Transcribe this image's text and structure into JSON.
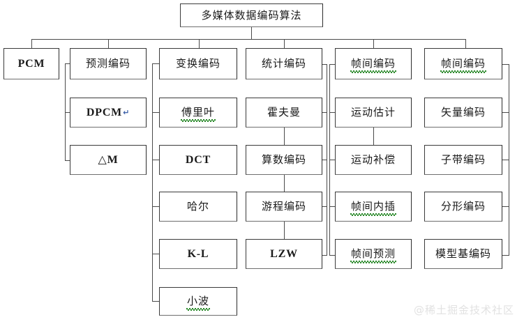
{
  "diagram": {
    "title": "多媒体数据编码算法",
    "watermark": "@稀土掘金技术社区",
    "root": {
      "label": "多媒体数据编码算法"
    },
    "columns": [
      {
        "id": "pcm",
        "head": {
          "label": "PCM",
          "script": "latin"
        },
        "children": []
      },
      {
        "id": "predictive-coding",
        "head": {
          "label": "预测编码",
          "script": "cjk"
        },
        "children": [
          {
            "label": "DPCM",
            "script": "latin",
            "trailing_mark": "↵"
          },
          {
            "label": "△M",
            "script": "latin"
          }
        ]
      },
      {
        "id": "transform-coding",
        "head": {
          "label": "变换编码",
          "script": "cjk"
        },
        "children": [
          {
            "label": "傅里叶",
            "script": "cjk",
            "spellcheck_underline": true
          },
          {
            "label": "DCT",
            "script": "latin"
          },
          {
            "label": "哈尔",
            "script": "cjk"
          },
          {
            "label": "K-L",
            "script": "latin"
          },
          {
            "label": "小波",
            "script": "cjk",
            "spellcheck_underline": true
          }
        ]
      },
      {
        "id": "statistical-coding",
        "head": {
          "label": "统计编码",
          "script": "cjk"
        },
        "children": [
          {
            "label": "霍夫曼",
            "script": "cjk"
          },
          {
            "label": "算数编码",
            "script": "cjk"
          },
          {
            "label": "游程编码",
            "script": "cjk"
          },
          {
            "label": "LZW",
            "script": "latin"
          }
        ]
      },
      {
        "id": "intraframe-coding",
        "head": {
          "label": "帧间编码",
          "script": "cjk",
          "spellcheck_underline": true
        },
        "children": [
          {
            "label": "运动估计",
            "script": "cjk"
          },
          {
            "label": "运动补偿",
            "script": "cjk"
          },
          {
            "label": "帧间内插",
            "script": "cjk",
            "spellcheck_underline": true
          },
          {
            "label": "帧间预测",
            "script": "cjk",
            "spellcheck_underline": true
          }
        ]
      },
      {
        "id": "interframe-coding",
        "head": {
          "label": "帧间编码",
          "script": "cjk",
          "spellcheck_underline": true
        },
        "children": [
          {
            "label": "矢量编码",
            "script": "cjk"
          },
          {
            "label": "子带编码",
            "script": "cjk"
          },
          {
            "label": "分形编码",
            "script": "cjk"
          },
          {
            "label": "模型基编码",
            "script": "cjk"
          }
        ]
      }
    ],
    "colors": {
      "box_border": "#3a3a3a",
      "connector": "#4a4a4a",
      "text": "#1a1a1a",
      "spellcheck": "#2c8a2c",
      "watermark": "#e2e2e2",
      "background": "#ffffff"
    }
  }
}
